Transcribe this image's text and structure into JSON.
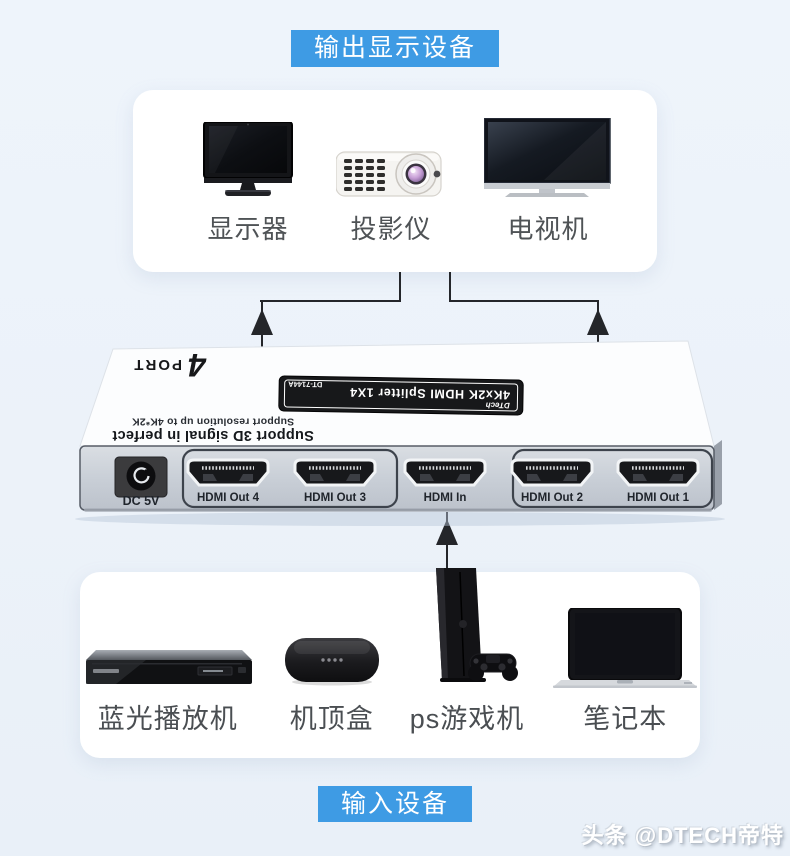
{
  "banners": {
    "output": "输出显示设备",
    "input": "输入设备"
  },
  "output_devices": {
    "items": [
      {
        "label": "显示器",
        "icon": "monitor"
      },
      {
        "label": "投影仪",
        "icon": "projector"
      },
      {
        "label": "电视机",
        "icon": "tv"
      }
    ]
  },
  "input_devices": {
    "items": [
      {
        "label": "蓝光播放机",
        "icon": "bluray-player"
      },
      {
        "label": "机顶盒",
        "icon": "set-top-box"
      },
      {
        "label": "ps游戏机",
        "icon": "ps-console"
      },
      {
        "label": "笔记本",
        "icon": "laptop"
      }
    ]
  },
  "splitter": {
    "top_marking": {
      "number": "4",
      "text": "PORT"
    },
    "label_plate": {
      "brand": "DTech",
      "title": "4Kx2K HDMI Splitter 1X4",
      "model": "DT-7144A"
    },
    "edge_text": {
      "line1": "Support 3D signal in perfect",
      "line2": "Support resolution up to 4K*2K"
    },
    "power_port_label": "DC 5V",
    "ports": [
      {
        "name": "HDMI Out 4",
        "type": "output"
      },
      {
        "name": "HDMI Out 3",
        "type": "output"
      },
      {
        "name": "HDMI In",
        "type": "input"
      },
      {
        "name": "HDMI Out 2",
        "type": "output"
      },
      {
        "name": "HDMI Out 1",
        "type": "output"
      }
    ]
  },
  "watermark": {
    "text": "头条 @DTECH帝特"
  },
  "colors": {
    "banner_blue": "#3e9be4",
    "background": "#edf3fa",
    "card": "#ffffff",
    "panel_gray": "#c9cfd7",
    "connector": "#24262a"
  }
}
